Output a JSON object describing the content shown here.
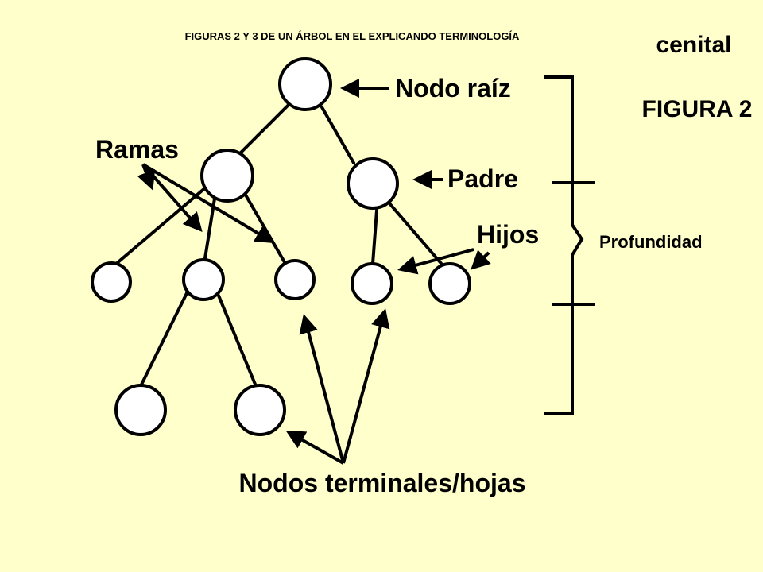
{
  "title": "FIGURAS 2 Y 3 DE UN ÁRBOL EN EL EXPLICANDO TERMINOLOGÍA",
  "view_label": "cenital",
  "figure_label": "FIGURA 2",
  "labels": {
    "root": "Nodo raíz",
    "branches": "Ramas",
    "parent": "Padre",
    "children": "Hijos",
    "depth": "Profundidad",
    "leaves": "Nodos terminales/hojas"
  },
  "colors": {
    "background": "#ffffcc",
    "node_fill": "#ffffff",
    "stroke": "#000000"
  }
}
